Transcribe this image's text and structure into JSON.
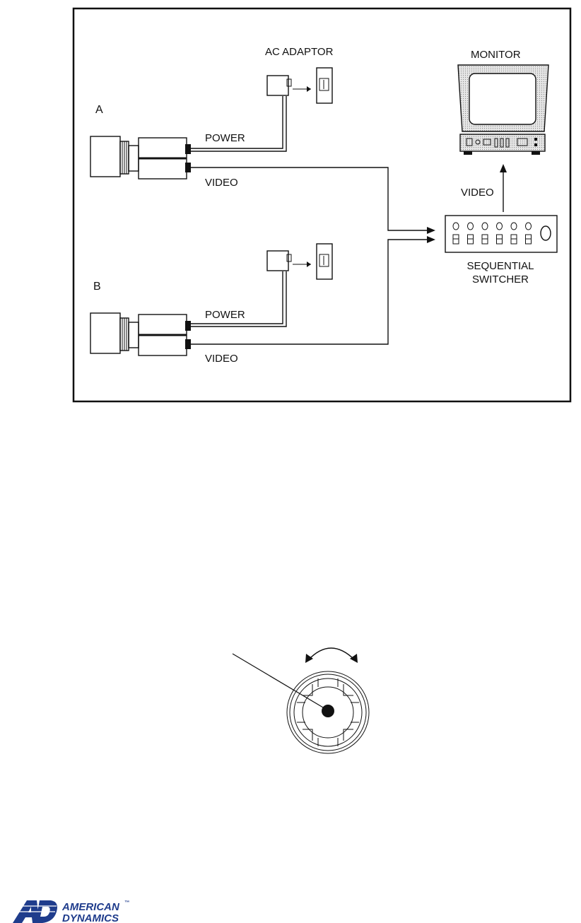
{
  "diagram": {
    "camera_a_label": "A",
    "camera_b_label": "B",
    "ac_adaptor_label": "AC ADAPTOR",
    "power_label_a": "POWER",
    "video_label_a": "VIDEO",
    "power_label_b": "POWER",
    "video_label_b": "VIDEO",
    "monitor_label": "MONITOR",
    "video_to_monitor_label": "VIDEO",
    "switcher_label_line1": "SEQUENTIAL",
    "switcher_label_line2": "SWITCHER"
  },
  "logo": {
    "line1": "AMERICAN",
    "line2": "DYNAMICS",
    "mark": "AD",
    "tm": "™",
    "color": "#1f3c8c"
  }
}
